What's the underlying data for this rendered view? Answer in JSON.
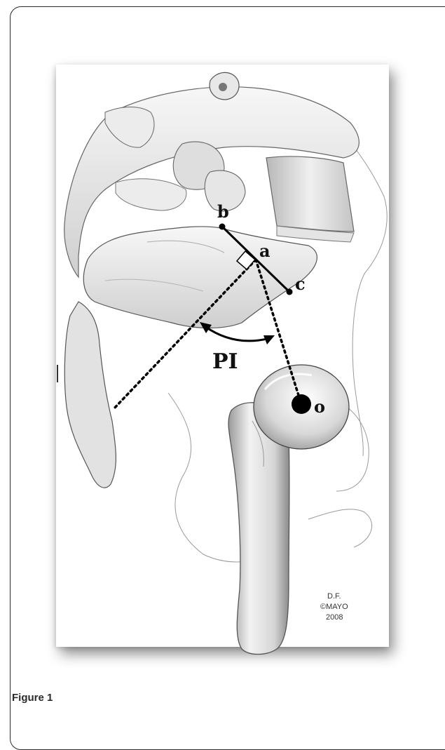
{
  "figure": {
    "caption": "Figure 1",
    "labels": {
      "a": "a",
      "b": "b",
      "c": "c",
      "o": "o",
      "angle": "PI"
    },
    "credit": {
      "line1": "D.F.",
      "line2": "©MAYO",
      "line3": "2008"
    }
  }
}
